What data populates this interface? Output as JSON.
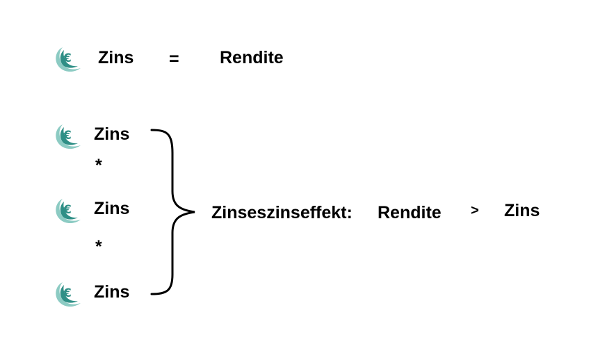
{
  "colors": {
    "icon_primary": "#2f8f86",
    "icon_light": "#8ccbc3",
    "text": "#000000"
  },
  "icon_name": "euro-swoosh-icon",
  "top_equation": {
    "left_term": "Zins",
    "operator": "=",
    "right_term": "Rendite"
  },
  "stack": {
    "items": [
      "Zins",
      "Zins",
      "Zins"
    ],
    "multiply_symbol": "*"
  },
  "result": {
    "label": "Zinseszinseffekt:",
    "left_term": "Rendite",
    "operator": ">",
    "right_term": "Zins"
  }
}
